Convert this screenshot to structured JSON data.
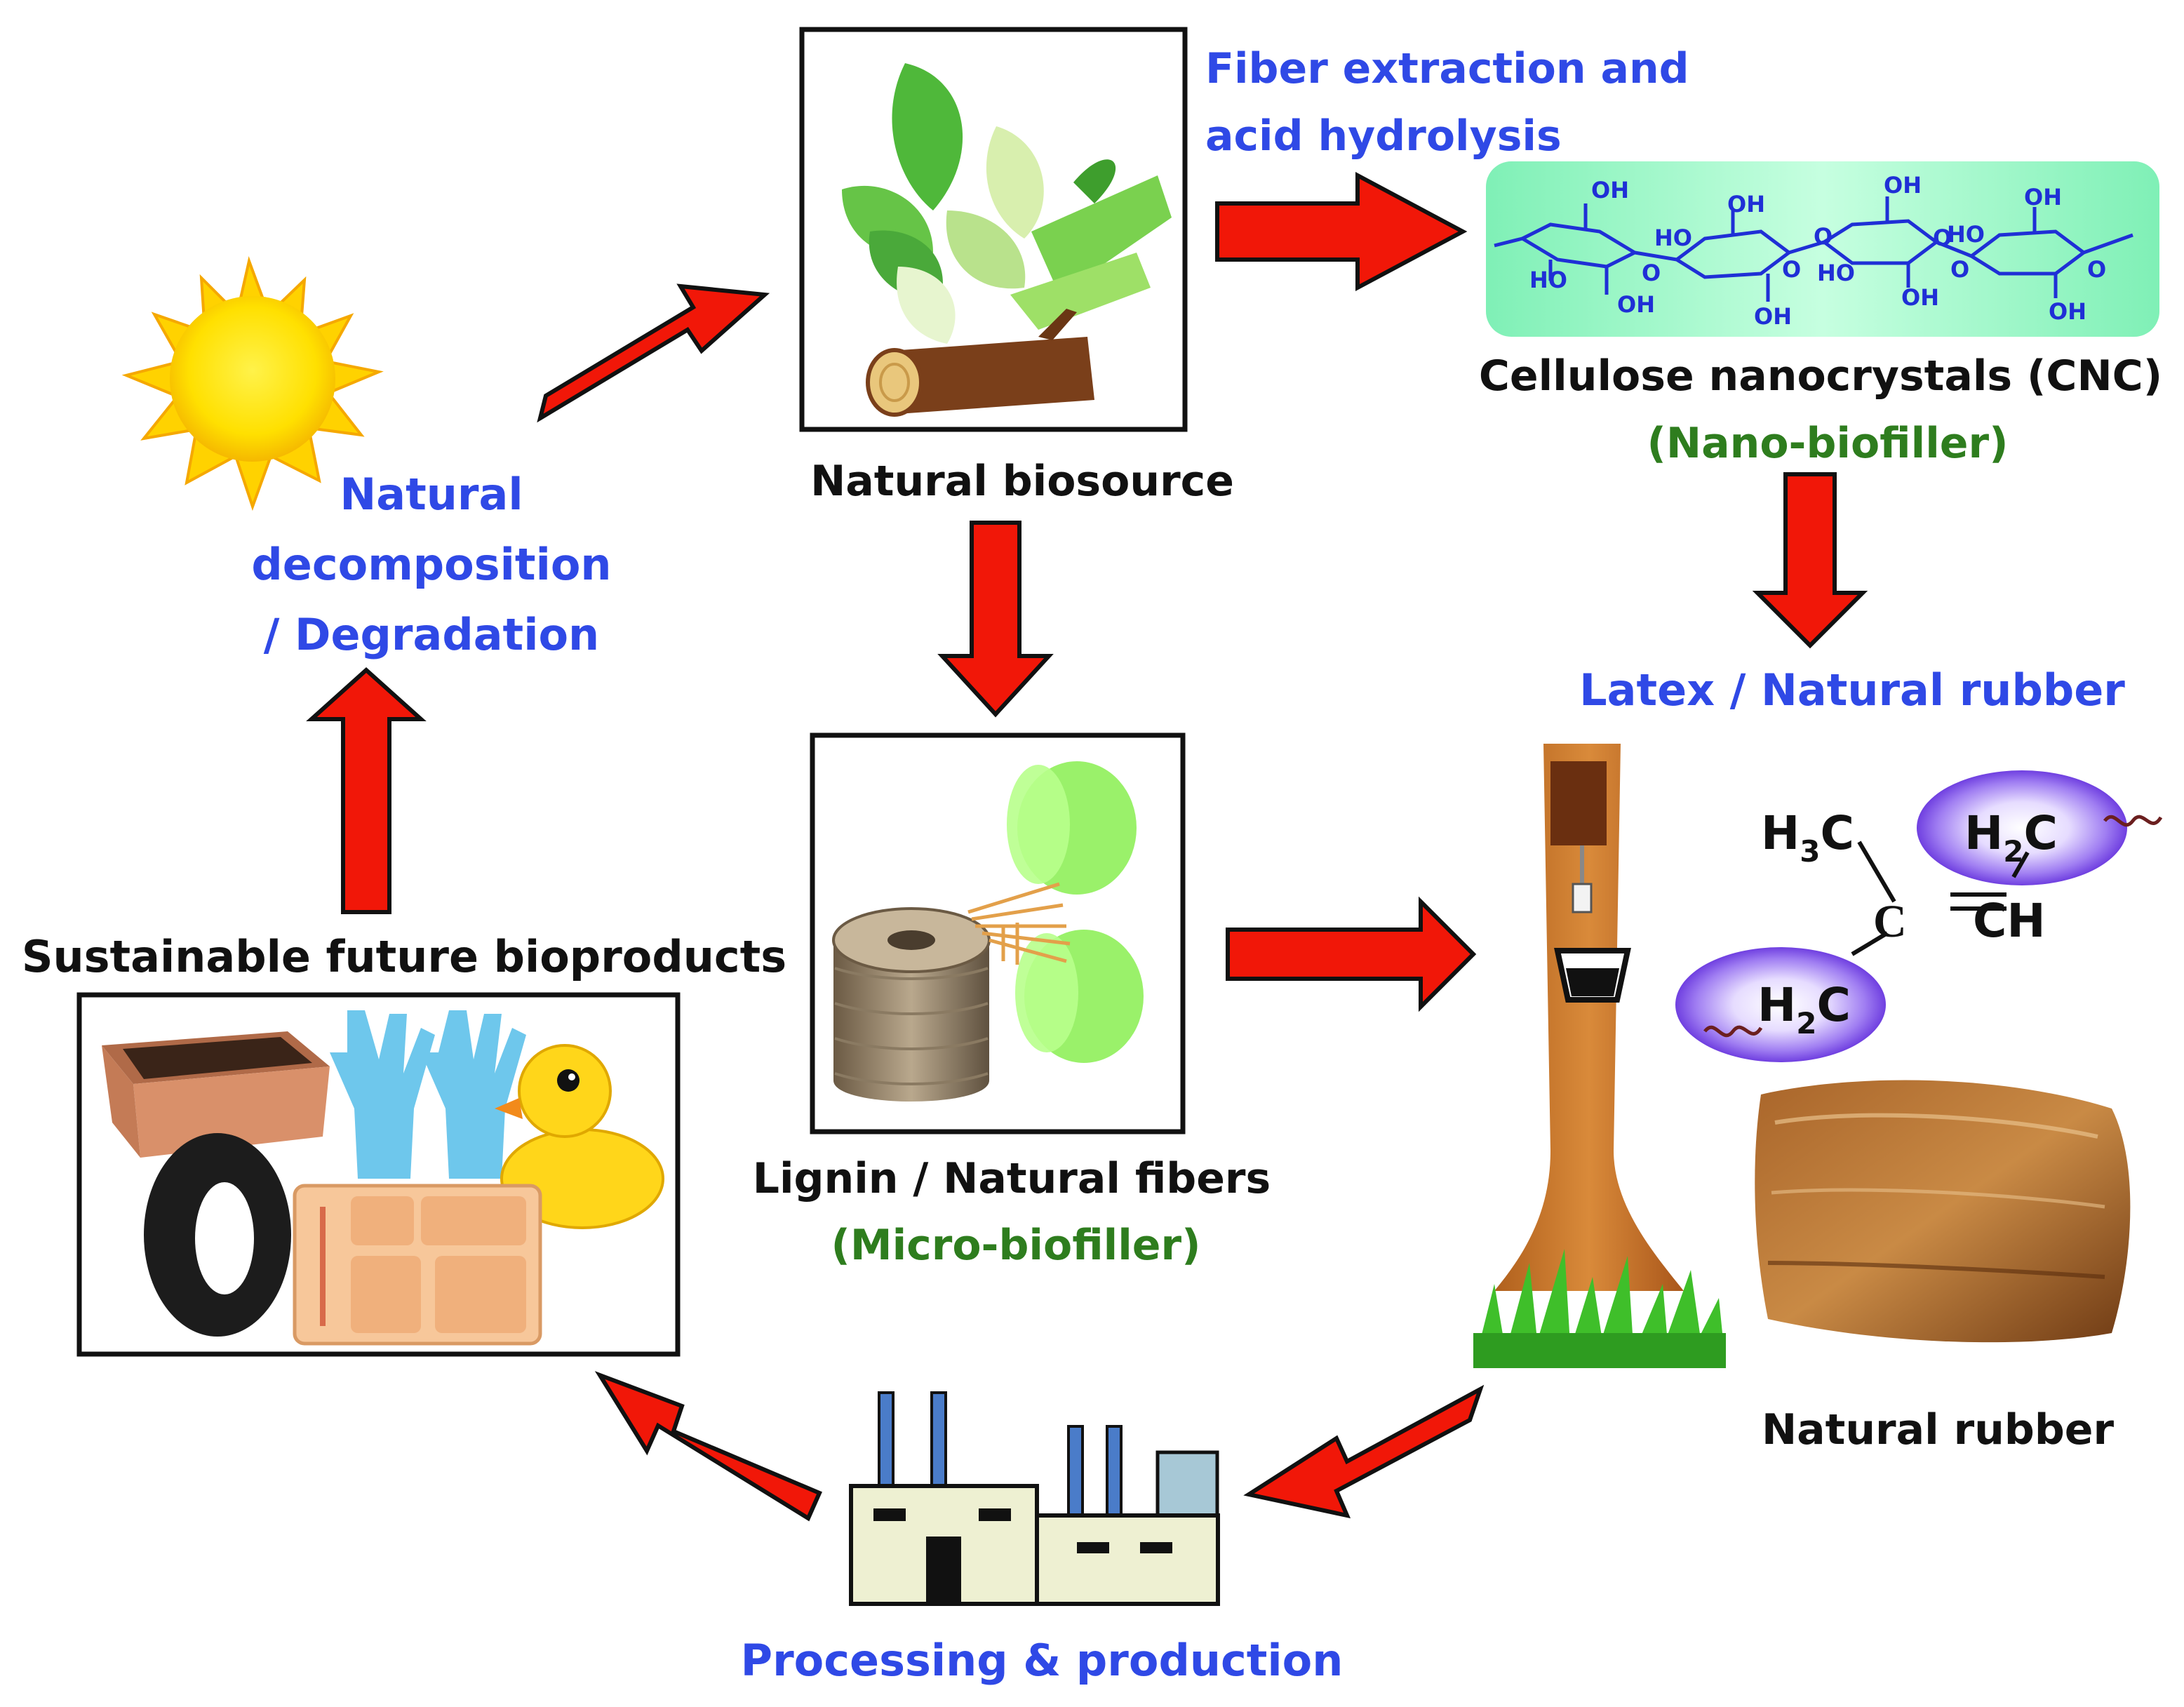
{
  "labels": {
    "natural_biosource": "Natural biosource",
    "fiber_extraction_line1": "Fiber extraction and",
    "fiber_extraction_line2": "acid hydrolysis",
    "cnc_title": "Cellulose nanocrystals (CNC)",
    "cnc_sub": "(Nano-biofiller)",
    "latex": "Latex / Natural rubber",
    "lignin_title": "Lignin / Natural fibers",
    "lignin_sub": "(Micro-biofiller)",
    "decomp_line1": "Natural",
    "decomp_line2": "decomposition",
    "decomp_line3": "/ Degradation",
    "sustainable": "Sustainable future bioproducts",
    "processing": "Processing & production",
    "natural_rubber": "Natural rubber"
  },
  "cellulose_groups": {
    "oh": "OH",
    "ho": "HO",
    "o": "O"
  },
  "isoprene": {
    "h3c_main": "H",
    "h3c_sub": "3",
    "h3c_c": "C",
    "h2c_main": "H",
    "h2c_sub": "2",
    "h2c_c": "C",
    "c": "C",
    "ch": "CH",
    "double_bond": "="
  },
  "colors": {
    "arrow_red": "#f11708",
    "label_blue": "#2f49e6",
    "label_green": "#2e7d1e",
    "label_black": "#111111",
    "cnc_panel": "#9ff5c8",
    "molecule_blue": "#1f2fd6",
    "isoprene_purple": "#8b5cf0"
  }
}
